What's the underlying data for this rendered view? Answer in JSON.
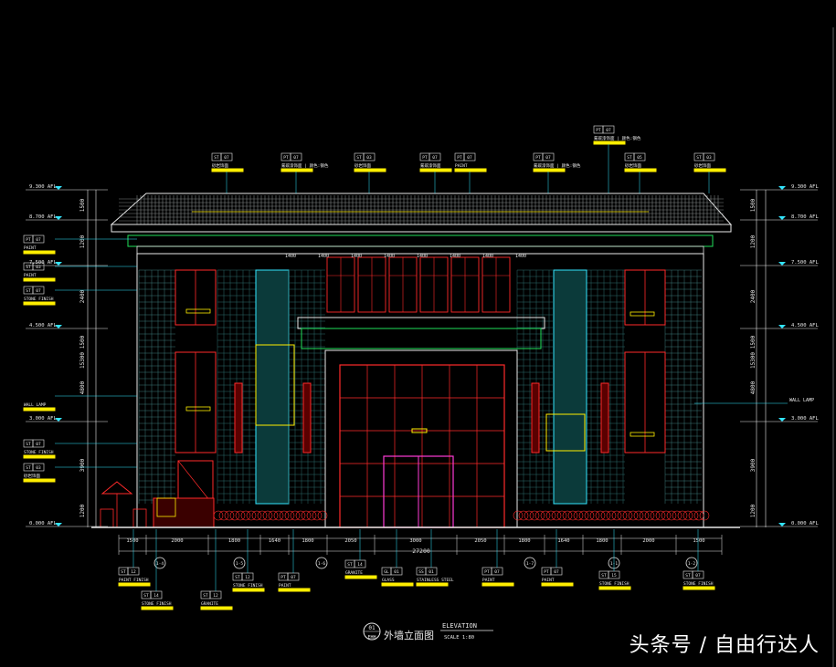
{
  "drawing": {
    "levels_left": [
      "9.300 AFL",
      "8.700 AFL",
      "7.500 AFL",
      "4.500 AFL",
      "3.000 AFL",
      "0.000 AFL"
    ],
    "levels_right": [
      "9.300 AFL",
      "8.700 AFL",
      "7.500 AFL",
      "4.500 AFL",
      "3.000 AFL",
      "0.000 AFL"
    ],
    "dims_left": [
      "1500",
      "1200",
      "2400",
      "1500",
      "4800",
      "3900",
      "1200",
      "15300"
    ],
    "dims_right": [
      "1500",
      "1200",
      "2400",
      "1500",
      "4800",
      "3900",
      "1200",
      "15300"
    ],
    "dims_bottom": [
      "1500",
      "2000",
      "1800",
      "1640",
      "1800",
      "2050",
      "3000",
      "2050",
      "1800",
      "1640",
      "1800",
      "2000",
      "1500"
    ],
    "total_width": "27200",
    "grid_bubbles": [
      "1-4",
      "1-5",
      "1-6",
      "1-7",
      "1-1",
      "1-2",
      "1-3"
    ],
    "inner_dims": [
      "1400",
      "1400",
      "1400",
      "1400",
      "1400",
      "1400",
      "1400",
      "1400"
    ],
    "tags_top": [
      {
        "code": "ST",
        "num": "07",
        "text": "砂岩饰面"
      },
      {
        "code": "PT",
        "num": "07",
        "text": "氟碳漆饰面 | 颜色:钢色"
      },
      {
        "code": "ST",
        "num": "03",
        "text": "砂岩饰面"
      },
      {
        "code": "PT",
        "num": "07",
        "text": "氟碳漆饰面"
      },
      {
        "code": "PT",
        "num": "07",
        "text": "PAINT"
      },
      {
        "code": "PT",
        "num": "07",
        "text": "氟碳漆饰面 | 颜色:钢色"
      },
      {
        "code": "ST",
        "num": "05",
        "text": "砂岩饰面"
      },
      {
        "code": "ST",
        "num": "03",
        "text": "砂岩饰面"
      }
    ],
    "tags_left": [
      {
        "code": "PT",
        "num": "07",
        "text": "PAINT"
      },
      {
        "code": "ST",
        "num": "03",
        "text": "PAINT"
      },
      {
        "code": "ST",
        "num": "07",
        "text": "STONE FINISH"
      },
      {
        "code": "",
        "num": "",
        "text": "WALL LAMP"
      },
      {
        "code": "ST",
        "num": "07",
        "text": "STONE FINISH"
      },
      {
        "code": "ST",
        "num": "03",
        "text": "砂岩饰面"
      }
    ],
    "tags_right": [
      "WALL LAMP"
    ],
    "tags_bottom": [
      {
        "code": "ST",
        "num": "12",
        "text": "PAINT FINISH"
      },
      {
        "code": "ST",
        "num": "14",
        "text": "STONE FINISH"
      },
      {
        "code": "ST",
        "num": "12",
        "text": "GRANITE"
      },
      {
        "code": "ST",
        "num": "12",
        "text": "STONE FINISH"
      },
      {
        "code": "PT",
        "num": "07",
        "text": "PAINT"
      },
      {
        "code": "ST",
        "num": "14",
        "text": "GRANITE"
      },
      {
        "code": "GL",
        "num": "01",
        "text": "GLASS"
      },
      {
        "code": "SS",
        "num": "01",
        "text": "STAINLESS STEEL"
      },
      {
        "code": "PT",
        "num": "07",
        "text": "PAINT"
      },
      {
        "code": "PT",
        "num": "07",
        "text": "PAINT"
      },
      {
        "code": "ST",
        "num": "15",
        "text": "STONE FINISH"
      },
      {
        "code": "ST",
        "num": "07",
        "text": "STONE FINISH"
      }
    ],
    "title_number": "01",
    "title_sheet": "EHH",
    "title_cn": "外墙立面图",
    "title_en": "ELEVATION",
    "title_scale": "SCALE 1:80"
  },
  "watermark": "头条号 / 自由行达人"
}
